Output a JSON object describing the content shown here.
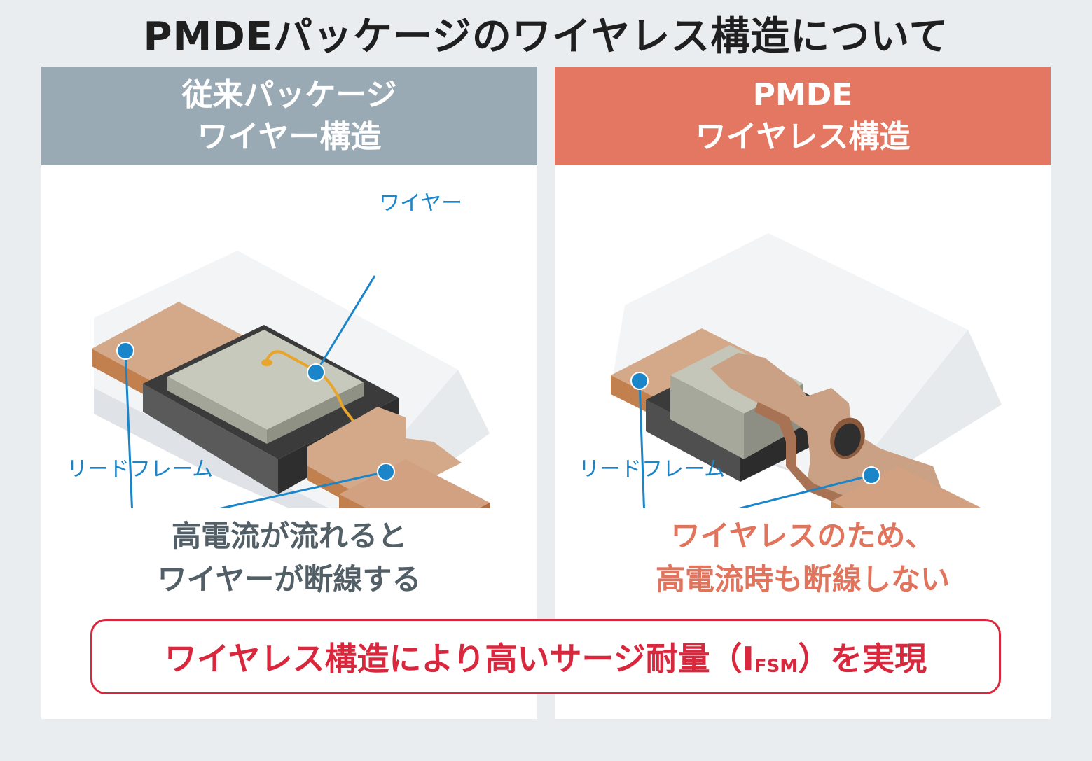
{
  "title": "PMDEパッケージのワイヤレス構造について",
  "colors": {
    "grey_header": "#9aaab4",
    "orange_header": "#e37761",
    "callout_blue": "#1a85c8",
    "banner_red": "#d9283d"
  },
  "left_panel": {
    "header_line1": "従来パッケージ",
    "header_line2": "ワイヤー構造",
    "label_wire": "ワイヤー",
    "label_leadframe": "リードフレーム",
    "caption_line1": "高電流が流れると",
    "caption_line2": "ワイヤーが断線する"
  },
  "right_panel": {
    "header_line1": "PMDE",
    "header_line2": "ワイヤレス構造",
    "label_leadframe": "リードフレーム",
    "caption_line1": "ワイヤレスのため、",
    "caption_line2": "高電流時も断線しない"
  },
  "banner": {
    "text_main": "ワイヤレス構造により高いサージ耐量（I",
    "text_sub": "FSM",
    "text_end": "）を実現"
  }
}
